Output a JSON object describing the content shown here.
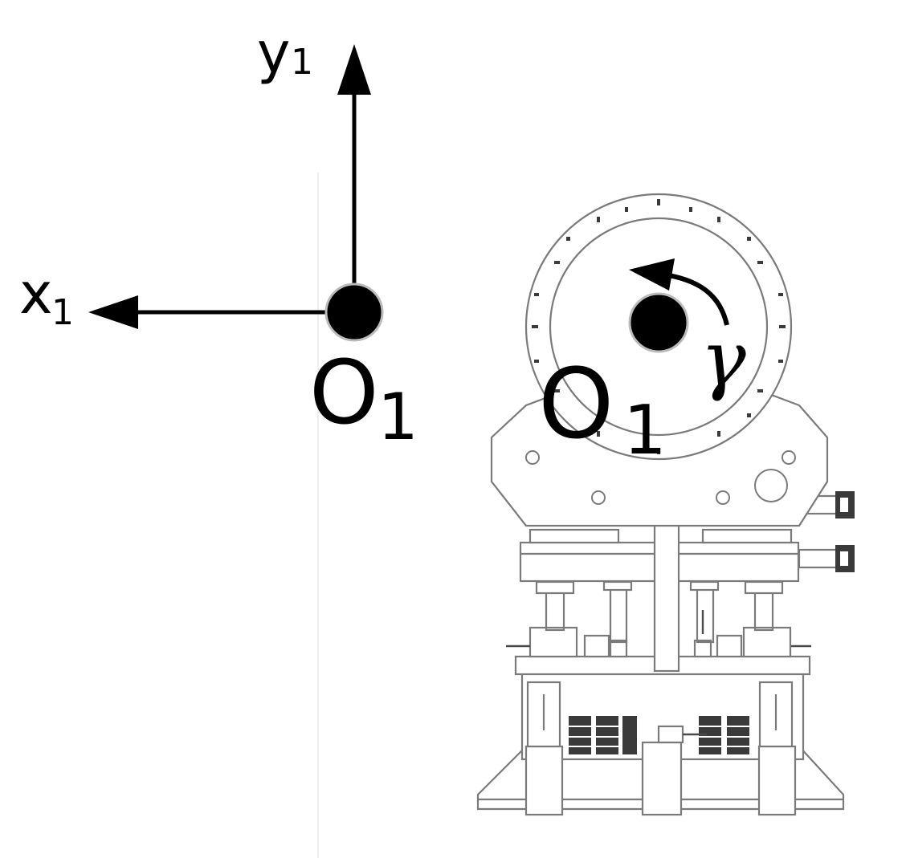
{
  "axes": {
    "x_label": "x",
    "x_subscript": "1",
    "y_label": "y",
    "y_subscript": "1",
    "origin_label": "O",
    "origin_subscript": "1"
  },
  "machine": {
    "center_label": "O",
    "center_subscript": "1",
    "rotation_symbol": "γ"
  },
  "colors": {
    "ink": "#000000",
    "drawing_line": "#7a7a7a",
    "background": "#ffffff"
  }
}
